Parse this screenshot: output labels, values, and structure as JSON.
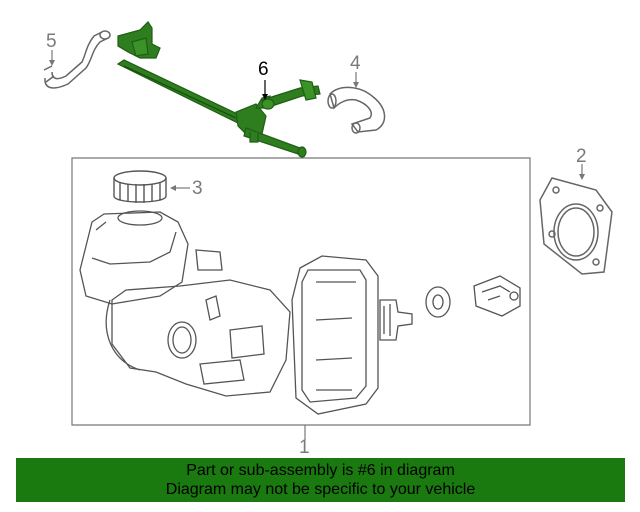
{
  "callouts": {
    "c1": "1",
    "c2": "2",
    "c3": "3",
    "c4": "4",
    "c5": "5",
    "c6": "6"
  },
  "banner": {
    "line1": "Part or sub-assembly is #6 in diagram",
    "line2": "Diagram may not be specific to your vehicle"
  },
  "colors": {
    "highlight_part": "#2e7d1e",
    "banner_background": "#1a7a10",
    "line_art": "#555555"
  }
}
